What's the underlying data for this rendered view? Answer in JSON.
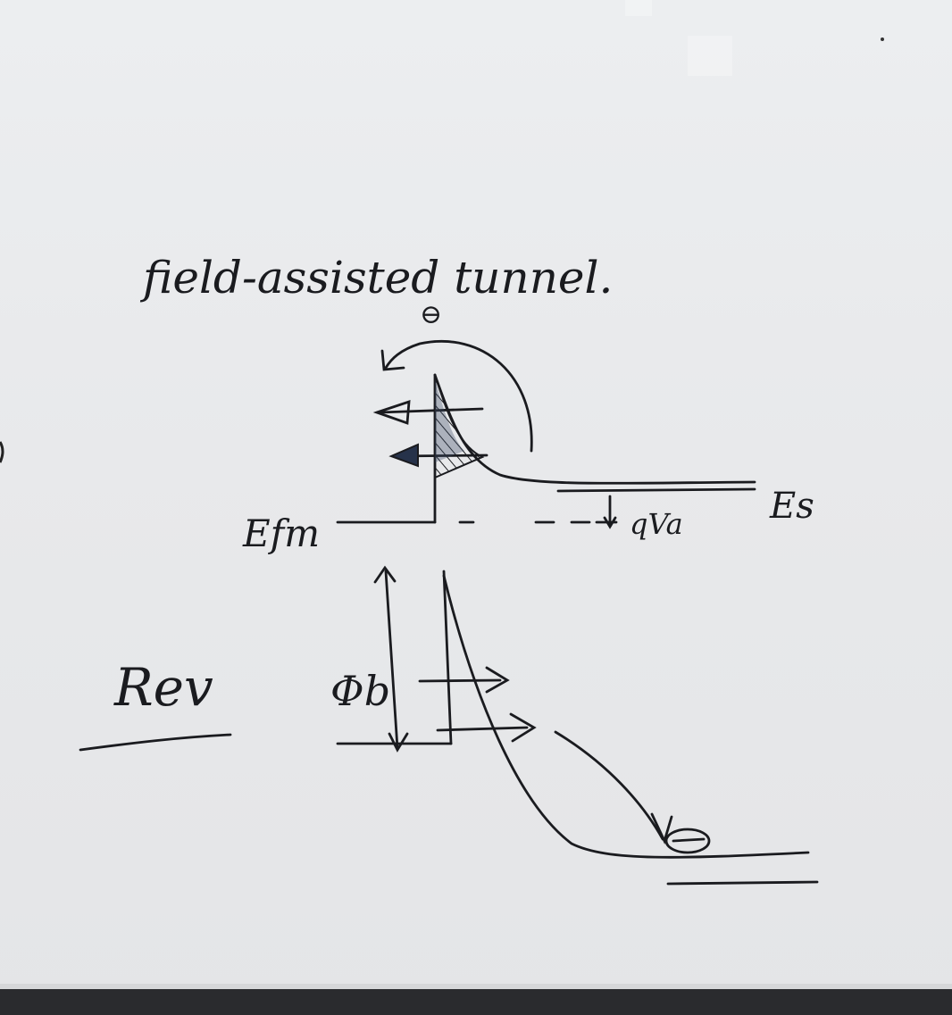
{
  "title": "field-assisted tunnel.",
  "electron_symbol": "⊖",
  "labels": {
    "efm": "Efm",
    "es": "Es",
    "qva": "qVa",
    "phi_b": "Φb",
    "rev": "Rev"
  },
  "colors": {
    "ink": "#1a1b1f",
    "board": "#e9eaec",
    "frame": "#2a2b2e",
    "hatch_fill": "#3b4a63"
  }
}
